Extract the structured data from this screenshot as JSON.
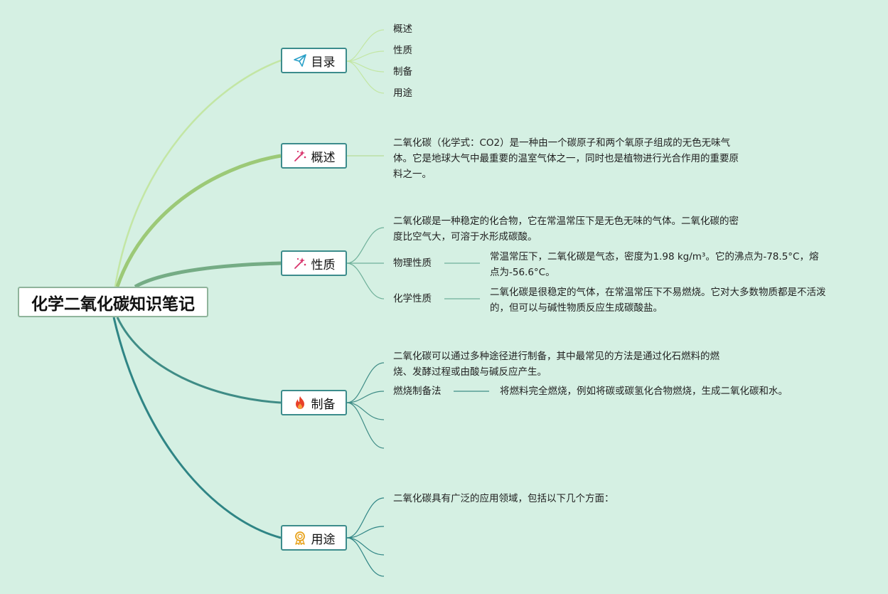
{
  "root": {
    "title": "化学二氧化碳知识笔记"
  },
  "topics": {
    "toc": {
      "label": "目录",
      "icon": "paper-plane-icon",
      "items": [
        "概述",
        "性质",
        "制备",
        "用途"
      ]
    },
    "overview": {
      "label": "概述",
      "icon": "sparkle-icon",
      "text": "二氧化碳（化学式：CO2）是一种由一个碳原子和两个氧原子组成的无色无味气体。它是地球大气中最重要的温室气体之一，同时也是植物进行光合作用的重要原料之一。"
    },
    "properties": {
      "label": "性质",
      "icon": "sparkle-icon",
      "text": "二氧化碳是一种稳定的化合物，它在常温常压下是无色无味的气体。二氧化碳的密度比空气大，可溶于水形成碳酸。",
      "physical": {
        "label": "物理性质",
        "text": "常温常压下，二氧化碳是气态，密度为1.98 kg/m³。它的沸点为-78.5°C，熔点为-56.6°C。"
      },
      "chemical": {
        "label": "化学性质",
        "text": "二氧化碳是很稳定的气体，在常温常压下不易燃烧。它对大多数物质都是不活泼的，但可以与碱性物质反应生成碳酸盐。"
      }
    },
    "preparation": {
      "label": "制备",
      "icon": "fire-icon",
      "text": "二氧化碳可以通过多种途径进行制备，其中最常见的方法是通过化石燃料的燃烧、发酵过程或由酸与碱反应产生。",
      "combustion": {
        "label": "燃烧制备法",
        "text": "将燃料完全燃烧，例如将碳或碳氢化合物燃烧，生成二氧化碳和水。"
      }
    },
    "uses": {
      "label": "用途",
      "icon": "award-medal-icon",
      "text": "二氧化碳具有广泛的应用领域，包括以下几个方面："
    }
  },
  "colors": {
    "background": "#d5f0e3",
    "branch_toc": "#c3e6a4",
    "branch_overview": "#9cc977",
    "branch_properties": "#75ac85",
    "branch_preparation": "#3f8c86",
    "branch_uses": "#2f8585",
    "topic_border": "#3c8c8c",
    "root_border": "#8fb49b"
  }
}
